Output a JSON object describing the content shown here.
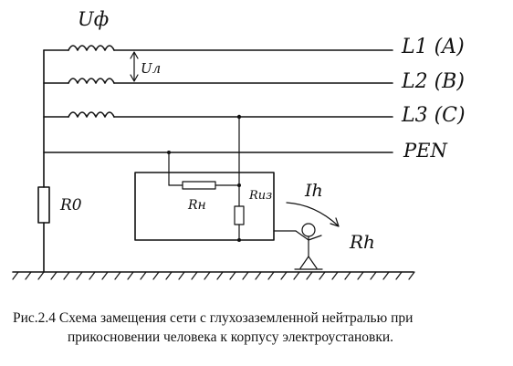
{
  "diagram": {
    "labels": {
      "phase_voltage": "Uф",
      "line_voltage": "Uл",
      "l1": "L1 (A)",
      "l2": "L2 (B)",
      "l3": "L3 (C)",
      "pen": "PEN",
      "r0": "R0",
      "rn": "Rн",
      "riz": "Rиз",
      "ih": "Ih",
      "rh": "Rh"
    }
  },
  "caption": {
    "line1": "Рис.2.4  Схема замещения сети с глухозаземленной нейтралью при",
    "line2": "прикосновении человека к корпусу электроустановки."
  }
}
